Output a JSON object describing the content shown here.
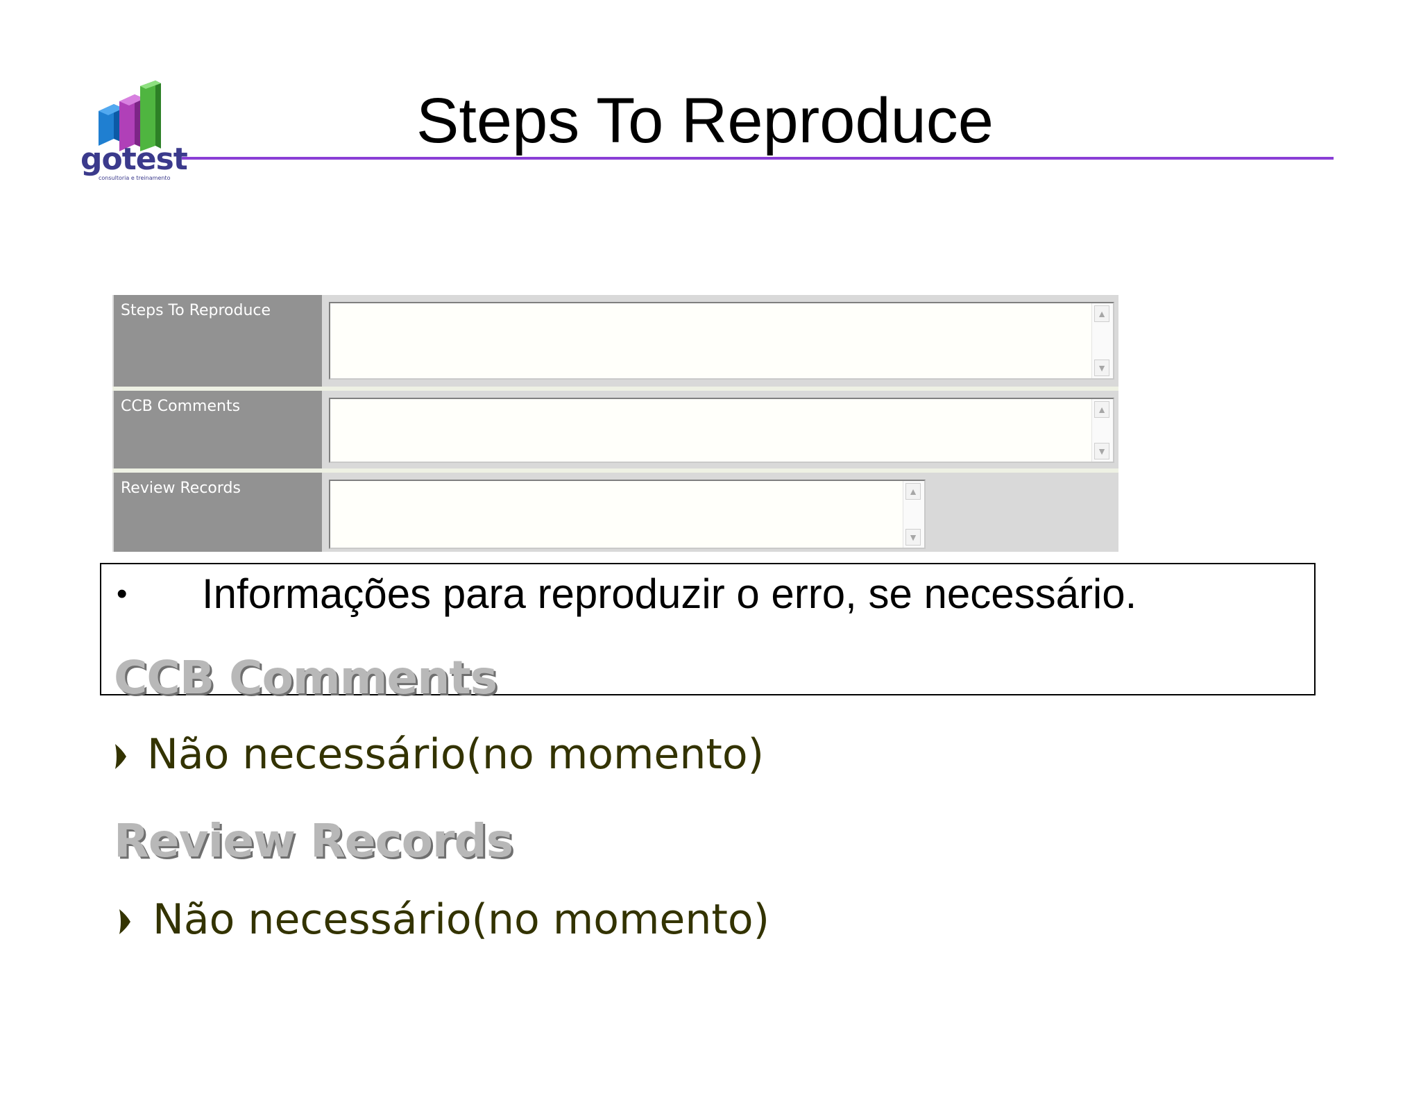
{
  "slide": {
    "title": "Steps To Reproduce",
    "accent_color": "#8a3fd6"
  },
  "logo": {
    "word": "gotest",
    "tagline": "consultoria e treinamento"
  },
  "form": {
    "fields": [
      {
        "label": "Steps To Reproduce",
        "value": ""
      },
      {
        "label": "CCB Comments",
        "value": ""
      },
      {
        "label": "Review Records",
        "value": ""
      }
    ]
  },
  "content": {
    "info_bullet": "•",
    "info_text": "Informações para reproduzir o erro, se necessário.",
    "sections": [
      {
        "heading": "CCB Comments",
        "bullet": "Não necessário(no momento)"
      },
      {
        "heading": "Review Records",
        "bullet": "Não necessário(no momento)"
      }
    ]
  }
}
